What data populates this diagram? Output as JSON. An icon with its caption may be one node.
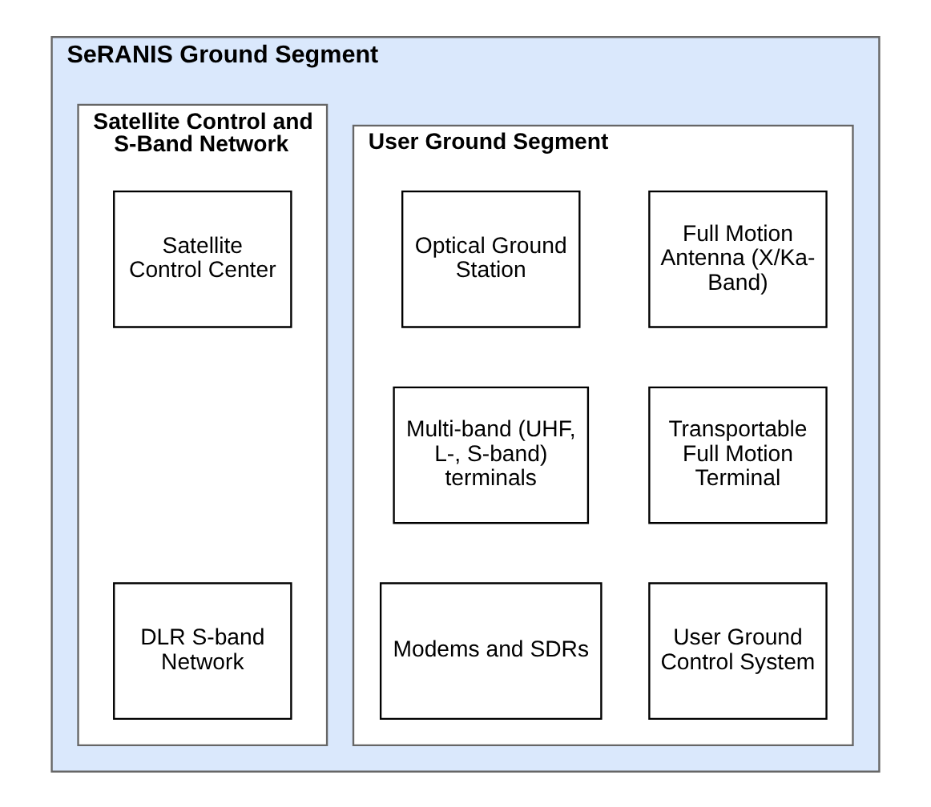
{
  "diagram": {
    "nodes": [
      {
        "text": [
          "SeRANIS Ground Segment"
        ]
      },
      {
        "text": [
          "User Ground Segment"
        ],
        "in": 0
      },
      {
        "text": [
          "Full Motion Antenna (X/Ka-Band)"
        ],
        "in": 1
      },
      {
        "text": [
          "Optical Ground Station"
        ],
        "in": 1
      },
      {
        "text": [
          "Transportable Full Motion Terminal"
        ],
        "in": 1
      },
      {
        "text": [
          "Multi-band (UHF, L-, S-band) terminals"
        ],
        "in": 1
      },
      {
        "text": [
          "User Ground Control System"
        ],
        "in": 1
      },
      {
        "text": [
          "Modems and SDRs"
        ],
        "in": 1
      },
      {
        "text": [
          "Satellite Control and S-Band Network"
        ],
        "in": 0
      },
      {
        "text": [
          "Satellite Control Center"
        ],
        "in": 8
      },
      {
        "text": [
          "DLR S-band Network"
        ],
        "in": 8
      }
    ],
    "edges": []
  }
}
